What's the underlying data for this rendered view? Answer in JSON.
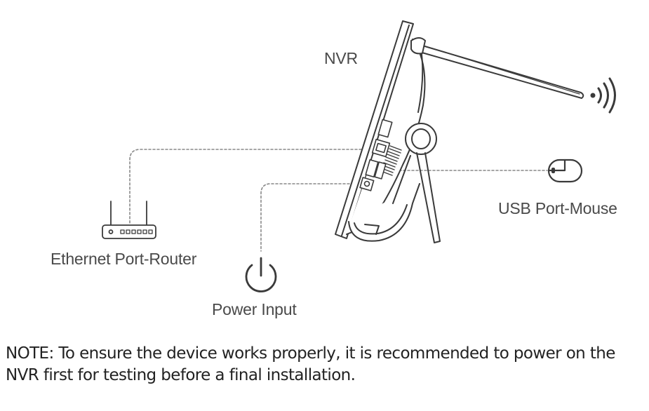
{
  "labels": {
    "device": "NVR",
    "ethernet": "Ethernet Port-Router",
    "usb": "USB Port-Mouse",
    "power": "Power Input"
  },
  "note": "NOTE: To ensure the device works properly, it is recommended to power on the NVR first for testing before a final installation.",
  "icons": {
    "router": "router-icon",
    "mouse": "mouse-icon",
    "power": "power-icon",
    "wifi": "wifi-signal-icon"
  },
  "colors": {
    "line": "#3a3a3a",
    "dashed": "#888888",
    "text": "#4a4a4a",
    "note_text": "#222222"
  }
}
